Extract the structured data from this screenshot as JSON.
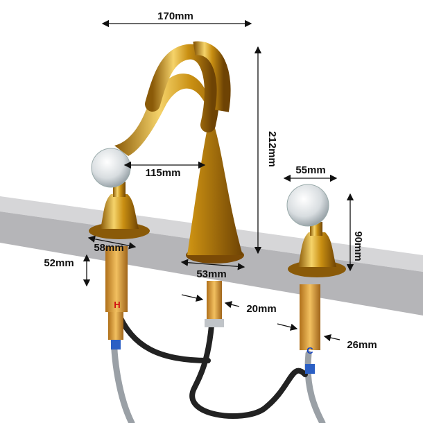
{
  "dimensions": {
    "total_width": "170mm",
    "height": "212mm",
    "spout_reach": "115mm",
    "handle_diameter": "55mm",
    "handle_height": "90mm",
    "handle_base": "58mm",
    "shank_length": "52mm",
    "spout_base": "53mm",
    "spout_shank": "20mm",
    "handle_shank": "26mm"
  },
  "markings": {
    "hot": "H",
    "cold": "C"
  },
  "colors": {
    "gold": "#d4a017",
    "counter": "#b9b9bb",
    "hose": "#222222",
    "brass": "#e0a53a"
  }
}
